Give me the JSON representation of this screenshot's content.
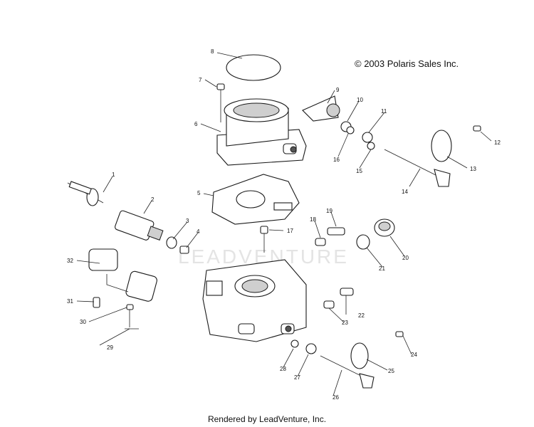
{
  "copyright": "© 2003 Polaris Sales Inc.",
  "footer": "Rendered by LeadVenture, Inc.",
  "watermark": "LEADVENTURE",
  "callouts": [
    "1",
    "2",
    "3",
    "4",
    "5",
    "6",
    "7",
    "8",
    "9",
    "10",
    "11",
    "12",
    "13",
    "14",
    "15",
    "16",
    "17",
    "18",
    "19",
    "20",
    "21",
    "22",
    "23",
    "24",
    "25",
    "26",
    "27",
    "28",
    "29",
    "30",
    "31",
    "32"
  ]
}
